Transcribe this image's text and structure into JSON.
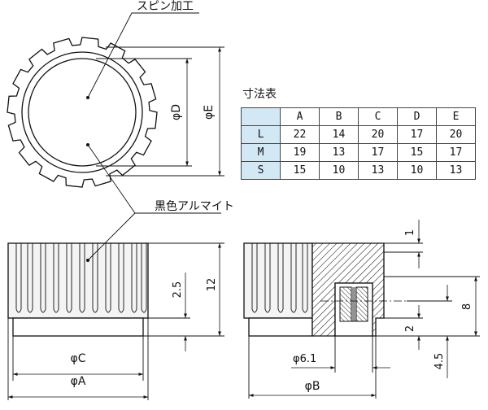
{
  "callouts": {
    "spin": "スピン加工",
    "black": "黒色アルマイト"
  },
  "dims": {
    "phiD": "φD",
    "phiE": "φE",
    "phiC": "φC",
    "phiA": "φA",
    "phiB": "φB",
    "phi61": "φ6.1",
    "h25": "2.5",
    "h12": "12",
    "d1": "1",
    "d2": "2",
    "d45": "4.5",
    "d8": "8"
  },
  "table": {
    "title": "寸法表",
    "columns": [
      "A",
      "B",
      "C",
      "D",
      "E"
    ],
    "rows": [
      {
        "size": "L",
        "values": [
          "22",
          "14",
          "20",
          "17",
          "20"
        ]
      },
      {
        "size": "M",
        "values": [
          "19",
          "13",
          "17",
          "15",
          "17"
        ]
      },
      {
        "size": "S",
        "values": [
          "15",
          "10",
          "13",
          "10",
          "13"
        ]
      }
    ]
  },
  "colors": {
    "table_header": "#d3e8f5",
    "line": "#111111"
  }
}
